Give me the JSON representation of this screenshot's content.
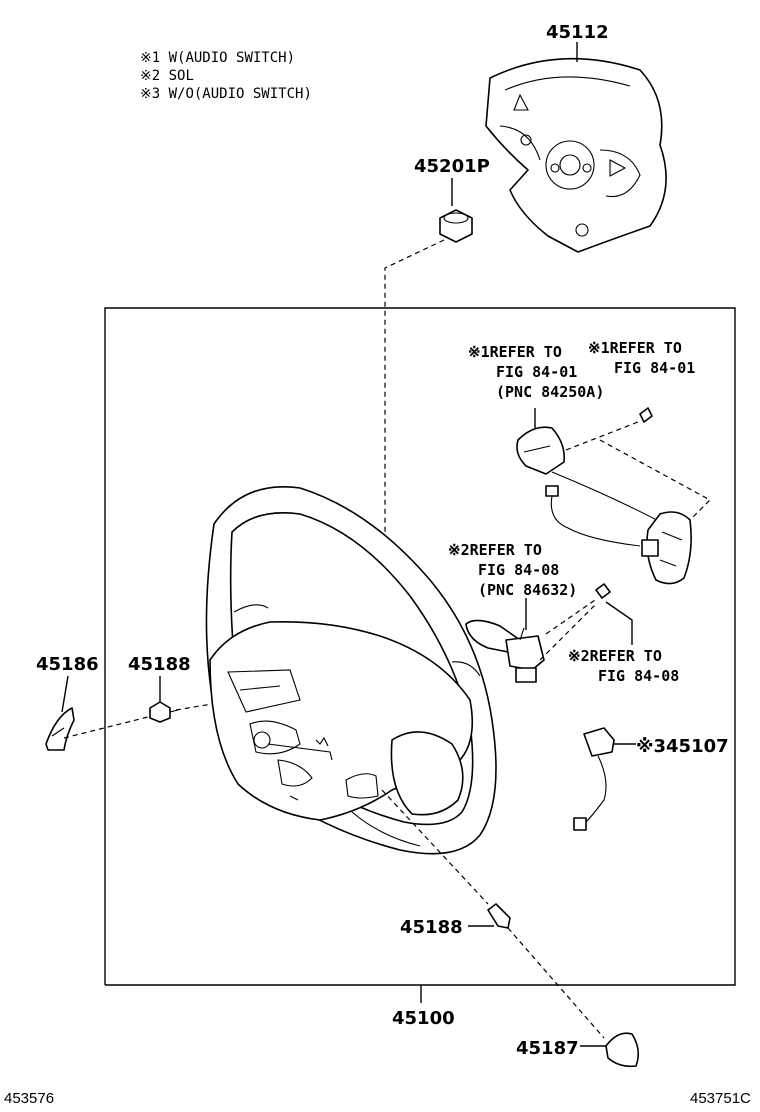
{
  "notes": [
    "※1 W(AUDIO SWITCH)",
    "※2 SOL",
    "※3 W/O(AUDIO SWITCH)"
  ],
  "part_numbers": {
    "p45112": "45112",
    "p45201P": "45201P",
    "p45186": "45186",
    "p45188_left": "45188",
    "p45188_bottom": "45188",
    "p345107": "※345107",
    "p45100": "45100",
    "p45187": "45187"
  },
  "references": {
    "ref1a": [
      "※1REFER TO",
      "FIG 84-01",
      "(PNC 84250A)"
    ],
    "ref1b": [
      "※1REFER TO",
      "FIG 84-01"
    ],
    "ref2a": [
      "※2REFER TO",
      "FIG 84-08",
      "(PNC 84632)"
    ],
    "ref2b": [
      "※2REFER TO",
      "FIG 84-08"
    ]
  },
  "codes": {
    "left": "453576",
    "right": "453751C"
  }
}
